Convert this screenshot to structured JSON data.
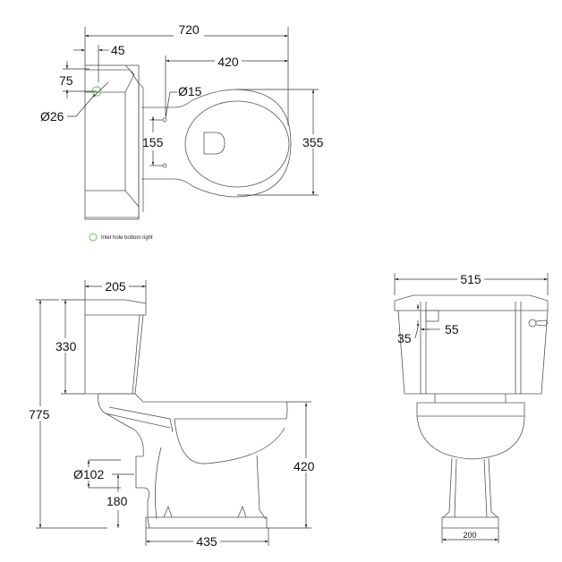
{
  "title": "Close-coupled toilet technical drawing",
  "units": "mm",
  "plan_view": {
    "overall_width": "720",
    "cistern_inlet_offset_x": "45",
    "cistern_inlet_offset_y": "75",
    "inlet_diameter": "Ø26",
    "bowl_length": "420",
    "fixing_hole_diameter": "Ø15",
    "fixing_hole_spacing": "155",
    "bowl_width": "355"
  },
  "legend": {
    "label": "Inlet hole bottom right",
    "color": "#7ed07e"
  },
  "side_view": {
    "cistern_depth": "205",
    "cistern_height": "330",
    "overall_height": "775",
    "outlet_diameter": "Ø102",
    "outlet_height": "180",
    "rim_height": "420",
    "footprint_length": "435"
  },
  "front_view": {
    "cistern_width": "515",
    "overflow_offset_y": "35",
    "overflow_offset_x": "55",
    "pedestal_base_width": "200"
  }
}
